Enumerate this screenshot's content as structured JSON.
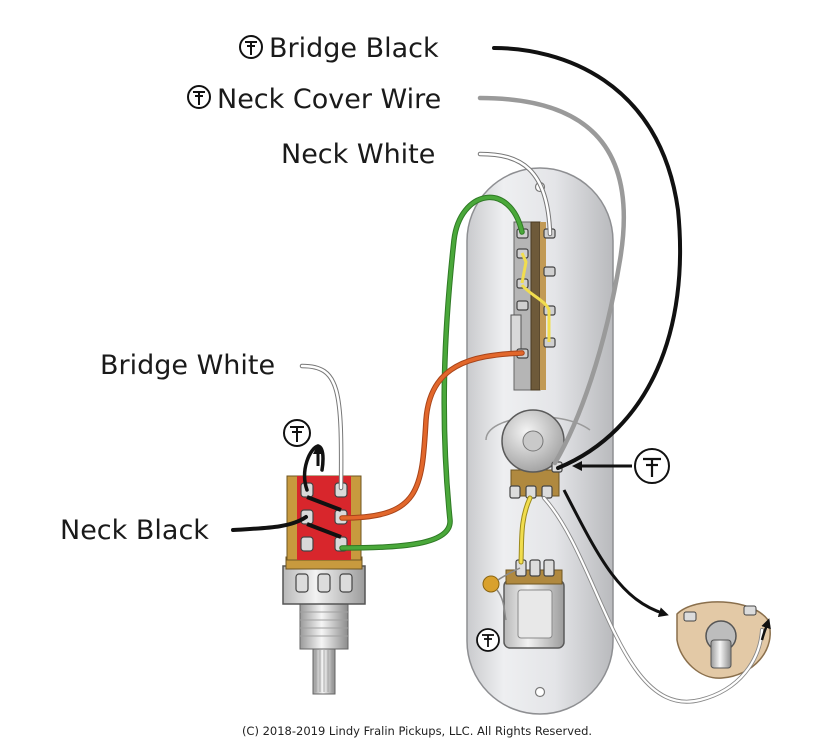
{
  "labels": {
    "bridge_black": "Bridge Black",
    "neck_cover_wire": "Neck Cover Wire",
    "neck_white": "Neck White",
    "bridge_white": "Bridge White",
    "neck_black": "Neck Black"
  },
  "footer": {
    "copyright": "(C) 2018-2019 Lindy Fralin Pickups, LLC. All Rights Reserved."
  },
  "colors": {
    "black_wire": "#111111",
    "gray_wire": "#9a9a9a",
    "white_wire": "#ffffff",
    "green_wire": "#4aa83a",
    "orange_wire": "#e2672b",
    "yellow_wire": "#f1dd4e",
    "pot_red": "#d8262c",
    "brass": "#c89a3e",
    "plate": "#e3e4e6"
  },
  "icons": [
    "ground-symbol-icon",
    "arrow-icon"
  ]
}
